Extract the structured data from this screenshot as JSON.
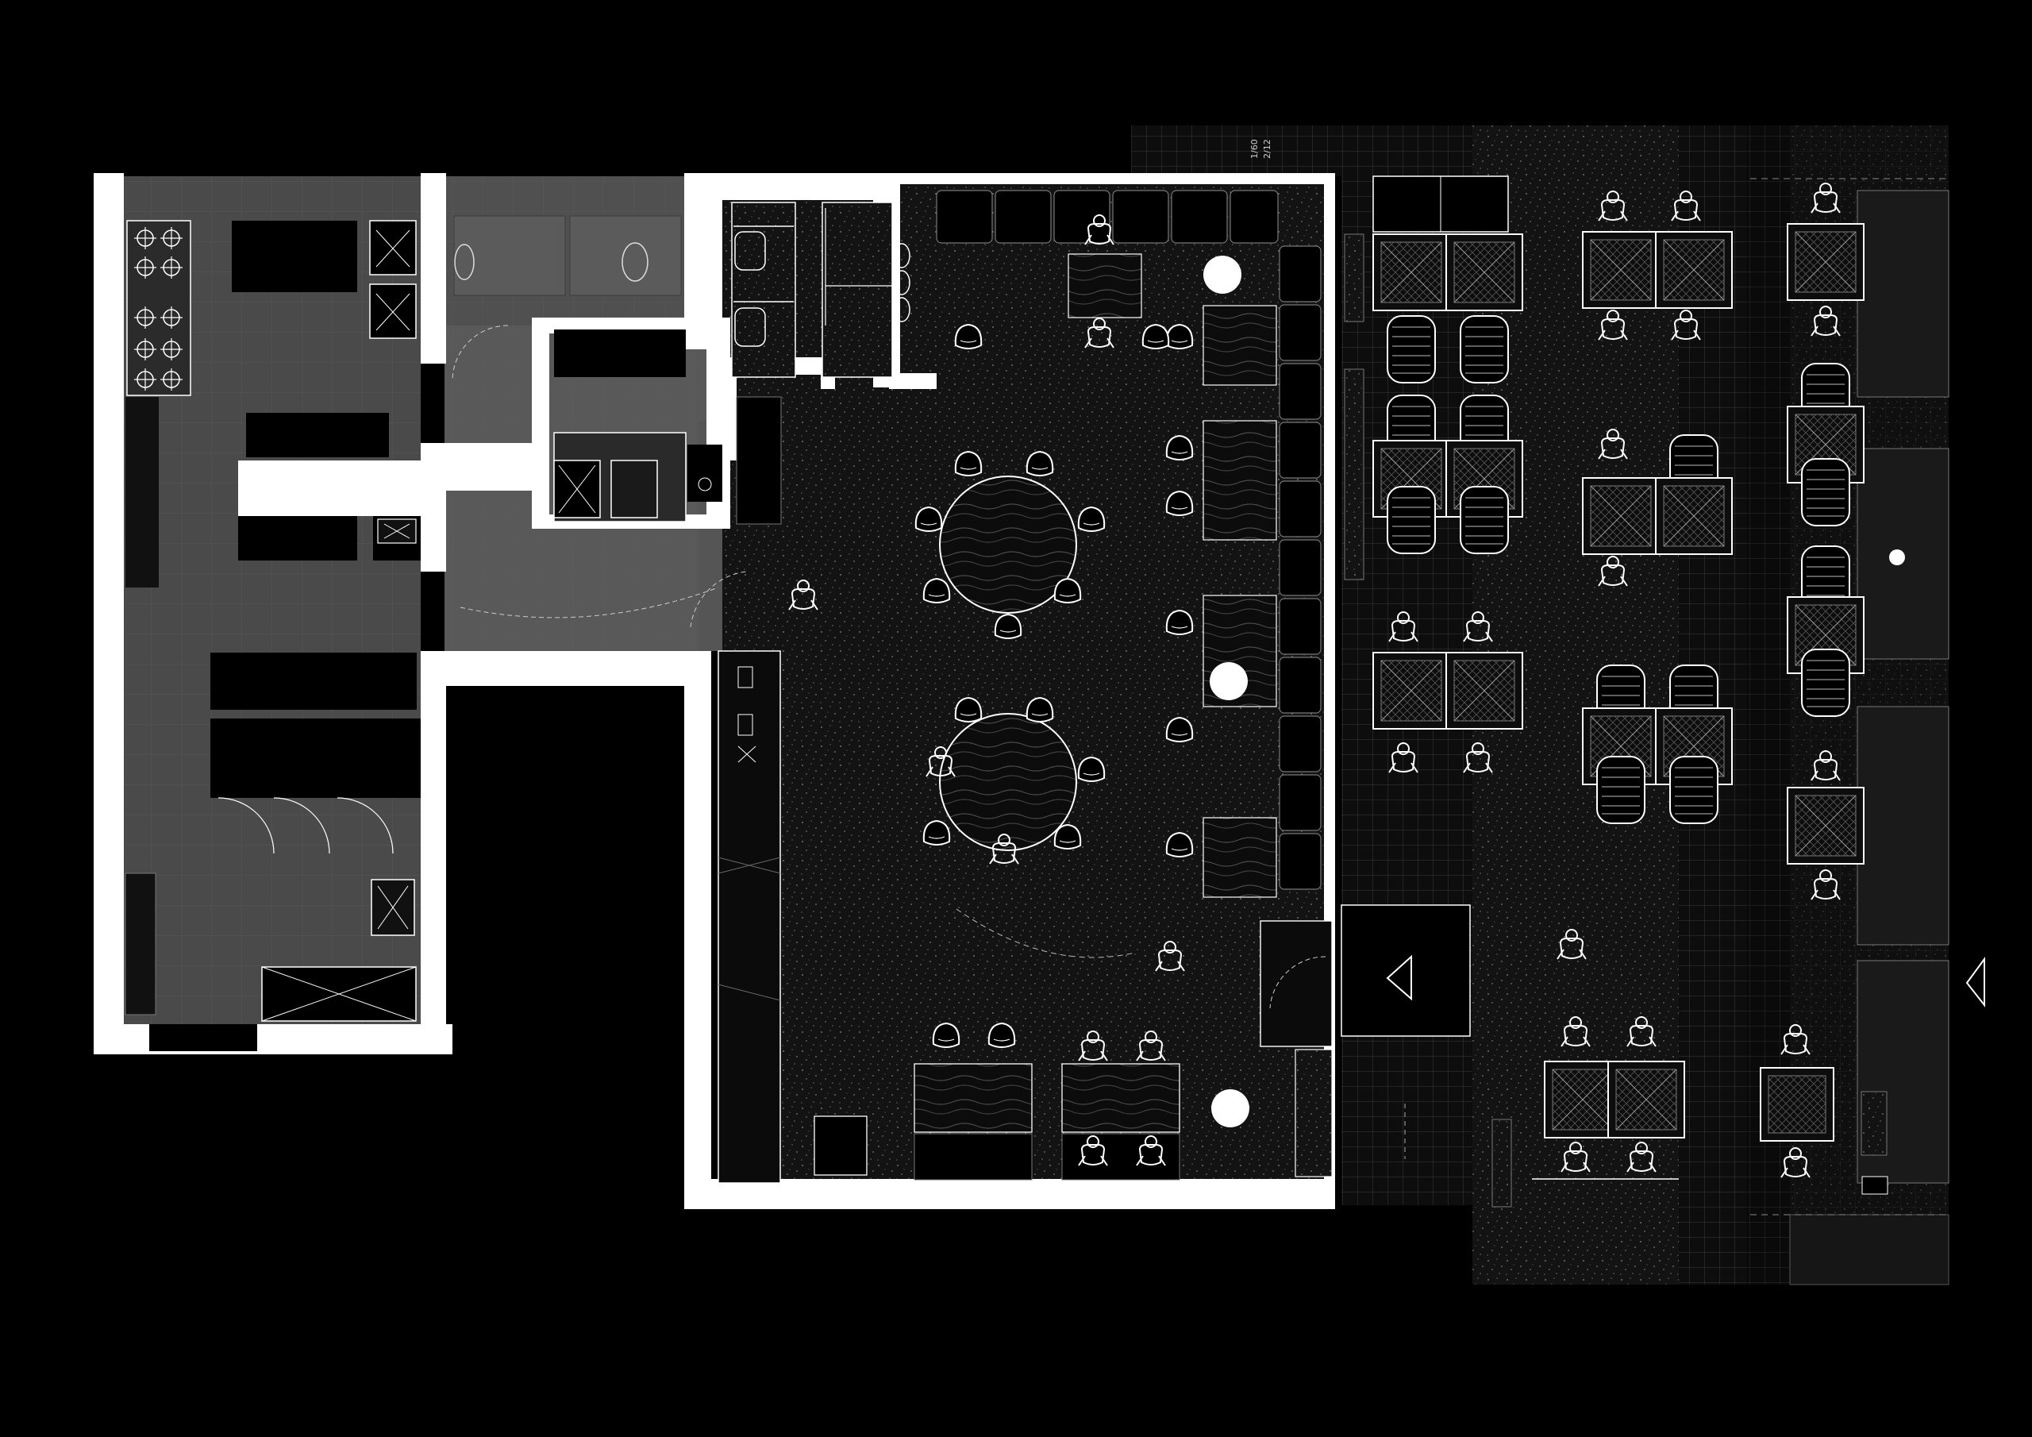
{
  "plan": {
    "title": "",
    "stair_marks": [
      "1/60",
      "2/12"
    ],
    "colors": {
      "background": "#000000",
      "wall": "#ffffff",
      "back_of_house": "#4a4a4a",
      "corridor": "#595959",
      "dining_floor": "#141414",
      "terrace_tile": "#101010",
      "line": "#ffffff"
    },
    "zones": [
      "kitchen",
      "restrooms",
      "corridor",
      "dining-room",
      "terrace-deck",
      "pavement",
      "street-seating"
    ],
    "icons": [
      "stove-burner-icon",
      "sink-icon",
      "toilet-icon",
      "person-icon",
      "chair-icon",
      "round-table-icon",
      "entrance-arrow-icon"
    ]
  }
}
